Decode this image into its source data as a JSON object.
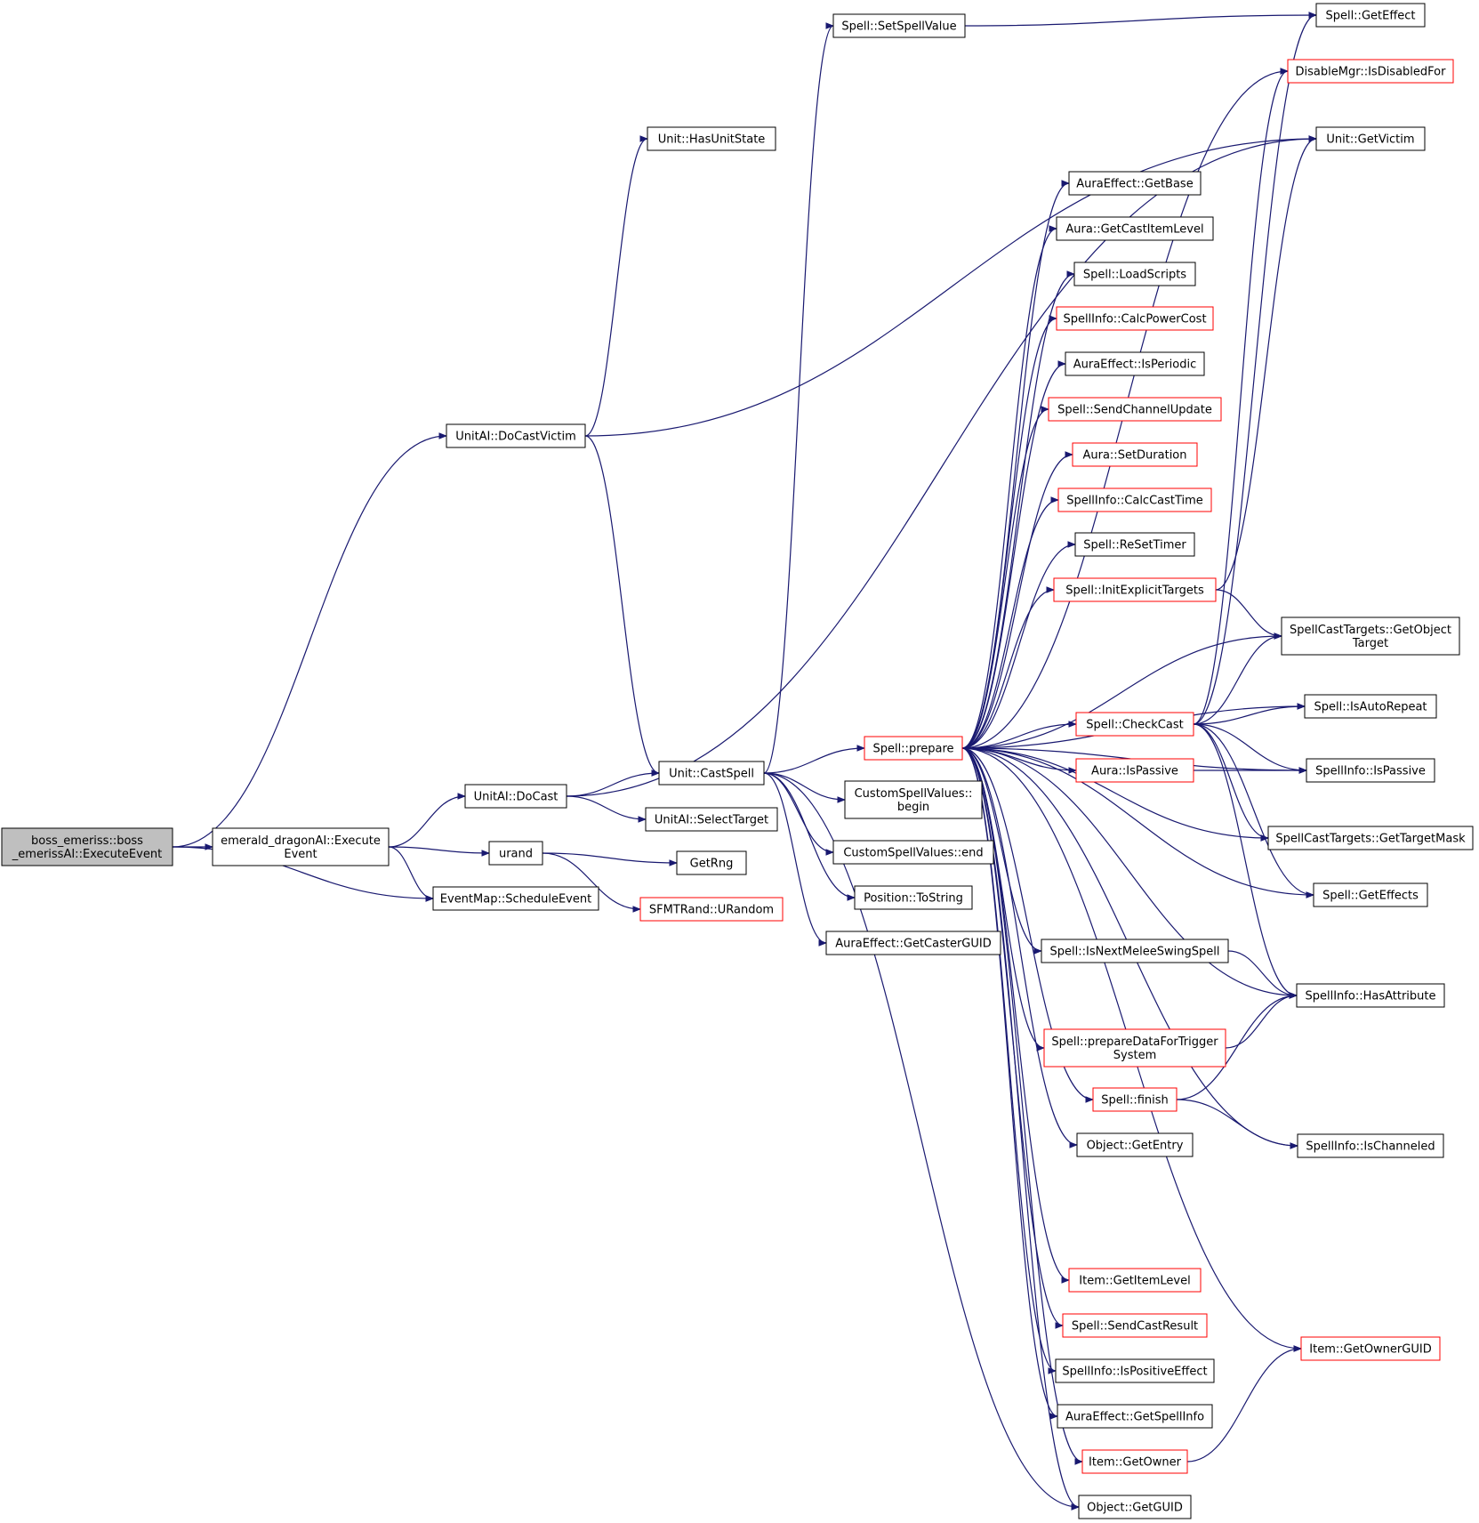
{
  "colors": {
    "edge": "#191970",
    "node_border": "#000000",
    "red_border": "#ff0000",
    "root_fill": "#bfbfbf",
    "node_fill": "#ffffff"
  },
  "nodes": [
    {
      "id": "root",
      "lines": [
        "boss_emeriss::boss",
        "_emerissAI::ExecuteEvent"
      ],
      "style": "root"
    },
    {
      "id": "emerald",
      "lines": [
        "emerald_dragonAI::Execute",
        "Event"
      ],
      "style": "normal"
    },
    {
      "id": "docastvictim",
      "lines": [
        "UnitAI::DoCastVictim"
      ],
      "style": "normal"
    },
    {
      "id": "docast",
      "lines": [
        "UnitAI::DoCast"
      ],
      "style": "normal"
    },
    {
      "id": "urand",
      "lines": [
        "urand"
      ],
      "style": "normal"
    },
    {
      "id": "schedule",
      "lines": [
        "EventMap::ScheduleEvent"
      ],
      "style": "normal"
    },
    {
      "id": "hasunitstate",
      "lines": [
        "Unit::HasUnitState"
      ],
      "style": "normal"
    },
    {
      "id": "castspell",
      "lines": [
        "Unit::CastSpell"
      ],
      "style": "normal"
    },
    {
      "id": "selecttarget",
      "lines": [
        "UnitAI::SelectTarget"
      ],
      "style": "normal"
    },
    {
      "id": "getrng",
      "lines": [
        "GetRng"
      ],
      "style": "normal"
    },
    {
      "id": "urandom",
      "lines": [
        "SFMTRand::URandom"
      ],
      "style": "red"
    },
    {
      "id": "setspellvalue",
      "lines": [
        "Spell::SetSpellValue"
      ],
      "style": "normal"
    },
    {
      "id": "prepare",
      "lines": [
        "Spell::prepare"
      ],
      "style": "red"
    },
    {
      "id": "csvbegin",
      "lines": [
        "CustomSpellValues::",
        "begin"
      ],
      "style": "normal"
    },
    {
      "id": "csvend",
      "lines": [
        "CustomSpellValues::end"
      ],
      "style": "normal"
    },
    {
      "id": "tostring",
      "lines": [
        "Position::ToString"
      ],
      "style": "normal"
    },
    {
      "id": "getcasterguid",
      "lines": [
        "AuraEffect::GetCasterGUID"
      ],
      "style": "normal"
    },
    {
      "id": "getbase",
      "lines": [
        "AuraEffect::GetBase"
      ],
      "style": "normal"
    },
    {
      "id": "getcastitemlevel",
      "lines": [
        "Aura::GetCastItemLevel"
      ],
      "style": "normal"
    },
    {
      "id": "loadscripts",
      "lines": [
        "Spell::LoadScripts"
      ],
      "style": "normal"
    },
    {
      "id": "calcpowercost",
      "lines": [
        "SpellInfo::CalcPowerCost"
      ],
      "style": "red"
    },
    {
      "id": "isperiodic",
      "lines": [
        "AuraEffect::IsPeriodic"
      ],
      "style": "normal"
    },
    {
      "id": "sendchannelupdate",
      "lines": [
        "Spell::SendChannelUpdate"
      ],
      "style": "red"
    },
    {
      "id": "setduration",
      "lines": [
        "Aura::SetDuration"
      ],
      "style": "red"
    },
    {
      "id": "calccasttime",
      "lines": [
        "SpellInfo::CalcCastTime"
      ],
      "style": "red"
    },
    {
      "id": "resettimer",
      "lines": [
        "Spell::ReSetTimer"
      ],
      "style": "normal"
    },
    {
      "id": "initexplicit",
      "lines": [
        "Spell::InitExplicitTargets"
      ],
      "style": "red"
    },
    {
      "id": "checkcast",
      "lines": [
        "Spell::CheckCast"
      ],
      "style": "red"
    },
    {
      "id": "aurapassive",
      "lines": [
        "Aura::IsPassive"
      ],
      "style": "red"
    },
    {
      "id": "isnextmelee",
      "lines": [
        "Spell::IsNextMeleeSwingSpell"
      ],
      "style": "normal"
    },
    {
      "id": "preparedata",
      "lines": [
        "Spell::prepareDataForTrigger",
        "System"
      ],
      "style": "red"
    },
    {
      "id": "finish",
      "lines": [
        "Spell::finish"
      ],
      "style": "red"
    },
    {
      "id": "getentry",
      "lines": [
        "Object::GetEntry"
      ],
      "style": "normal"
    },
    {
      "id": "getitemlevel",
      "lines": [
        "Item::GetItemLevel"
      ],
      "style": "red"
    },
    {
      "id": "sendcastresult",
      "lines": [
        "Spell::SendCastResult"
      ],
      "style": "red"
    },
    {
      "id": "ispositive",
      "lines": [
        "SpellInfo::IsPositiveEffect"
      ],
      "style": "normal"
    },
    {
      "id": "getspellinfo",
      "lines": [
        "AuraEffect::GetSpellInfo"
      ],
      "style": "normal"
    },
    {
      "id": "getowner",
      "lines": [
        "Item::GetOwner"
      ],
      "style": "red"
    },
    {
      "id": "getguid",
      "lines": [
        "Object::GetGUID"
      ],
      "style": "normal"
    },
    {
      "id": "geteffect",
      "lines": [
        "Spell::GetEffect"
      ],
      "style": "normal"
    },
    {
      "id": "isdisabled",
      "lines": [
        "DisableMgr::IsDisabledFor"
      ],
      "style": "red"
    },
    {
      "id": "getvictim",
      "lines": [
        "Unit::GetVictim"
      ],
      "style": "normal"
    },
    {
      "id": "getobjecttarget",
      "lines": [
        "SpellCastTargets::GetObject",
        "Target"
      ],
      "style": "normal"
    },
    {
      "id": "isautorepeat",
      "lines": [
        "Spell::IsAutoRepeat"
      ],
      "style": "normal"
    },
    {
      "id": "infopassive",
      "lines": [
        "SpellInfo::IsPassive"
      ],
      "style": "normal"
    },
    {
      "id": "gettargetmask",
      "lines": [
        "SpellCastTargets::GetTargetMask"
      ],
      "style": "normal"
    },
    {
      "id": "geteffects",
      "lines": [
        "Spell::GetEffects"
      ],
      "style": "normal"
    },
    {
      "id": "hasattribute",
      "lines": [
        "SpellInfo::HasAttribute"
      ],
      "style": "normal"
    },
    {
      "id": "ischanneled",
      "lines": [
        "SpellInfo::IsChanneled"
      ],
      "style": "normal"
    },
    {
      "id": "getownerguid",
      "lines": [
        "Item::GetOwnerGUID"
      ],
      "style": "red"
    }
  ],
  "edges": [
    [
      "root",
      "docastvictim"
    ],
    [
      "root",
      "emerald"
    ],
    [
      "root",
      "schedule"
    ],
    [
      "emerald",
      "docast"
    ],
    [
      "emerald",
      "urand"
    ],
    [
      "emerald",
      "schedule"
    ],
    [
      "docastvictim",
      "hasunitstate"
    ],
    [
      "docastvictim",
      "getvictim"
    ],
    [
      "docastvictim",
      "castspell"
    ],
    [
      "docast",
      "getvictim"
    ],
    [
      "docast",
      "castspell"
    ],
    [
      "docast",
      "selecttarget"
    ],
    [
      "urand",
      "getrng"
    ],
    [
      "urand",
      "urandom"
    ],
    [
      "castspell",
      "setspellvalue"
    ],
    [
      "castspell",
      "prepare"
    ],
    [
      "castspell",
      "csvbegin"
    ],
    [
      "castspell",
      "csvend"
    ],
    [
      "castspell",
      "tostring"
    ],
    [
      "castspell",
      "getcasterguid"
    ],
    [
      "castspell",
      "getguid"
    ],
    [
      "setspellvalue",
      "geteffect"
    ],
    [
      "prepare",
      "isdisabled"
    ],
    [
      "prepare",
      "getbase"
    ],
    [
      "prepare",
      "getcastitemlevel"
    ],
    [
      "prepare",
      "loadscripts"
    ],
    [
      "prepare",
      "calcpowercost"
    ],
    [
      "prepare",
      "isperiodic"
    ],
    [
      "prepare",
      "sendchannelupdate"
    ],
    [
      "prepare",
      "setduration"
    ],
    [
      "prepare",
      "calccasttime"
    ],
    [
      "prepare",
      "resettimer"
    ],
    [
      "prepare",
      "initexplicit"
    ],
    [
      "prepare",
      "getobjecttarget"
    ],
    [
      "prepare",
      "isautorepeat"
    ],
    [
      "prepare",
      "checkcast"
    ],
    [
      "prepare",
      "aurapassive"
    ],
    [
      "prepare",
      "infopassive"
    ],
    [
      "prepare",
      "gettargetmask"
    ],
    [
      "prepare",
      "geteffects"
    ],
    [
      "prepare",
      "isnextmelee"
    ],
    [
      "prepare",
      "hasattribute"
    ],
    [
      "prepare",
      "preparedata"
    ],
    [
      "prepare",
      "finish"
    ],
    [
      "prepare",
      "getentry"
    ],
    [
      "prepare",
      "ischanneled"
    ],
    [
      "prepare",
      "getitemlevel"
    ],
    [
      "prepare",
      "getownerguid"
    ],
    [
      "prepare",
      "sendcastresult"
    ],
    [
      "prepare",
      "ispositive"
    ],
    [
      "prepare",
      "getspellinfo"
    ],
    [
      "prepare",
      "getowner"
    ],
    [
      "prepare",
      "getguid"
    ],
    [
      "initexplicit",
      "getvictim"
    ],
    [
      "initexplicit",
      "getobjecttarget"
    ],
    [
      "checkcast",
      "geteffect"
    ],
    [
      "checkcast",
      "isdisabled"
    ],
    [
      "checkcast",
      "getobjecttarget"
    ],
    [
      "checkcast",
      "isautorepeat"
    ],
    [
      "checkcast",
      "infopassive"
    ],
    [
      "checkcast",
      "gettargetmask"
    ],
    [
      "checkcast",
      "geteffects"
    ],
    [
      "checkcast",
      "hasattribute"
    ],
    [
      "aurapassive",
      "infopassive"
    ],
    [
      "isnextmelee",
      "hasattribute"
    ],
    [
      "preparedata",
      "hasattribute"
    ],
    [
      "finish",
      "hasattribute"
    ],
    [
      "finish",
      "ischanneled"
    ],
    [
      "getowner",
      "getownerguid"
    ]
  ]
}
